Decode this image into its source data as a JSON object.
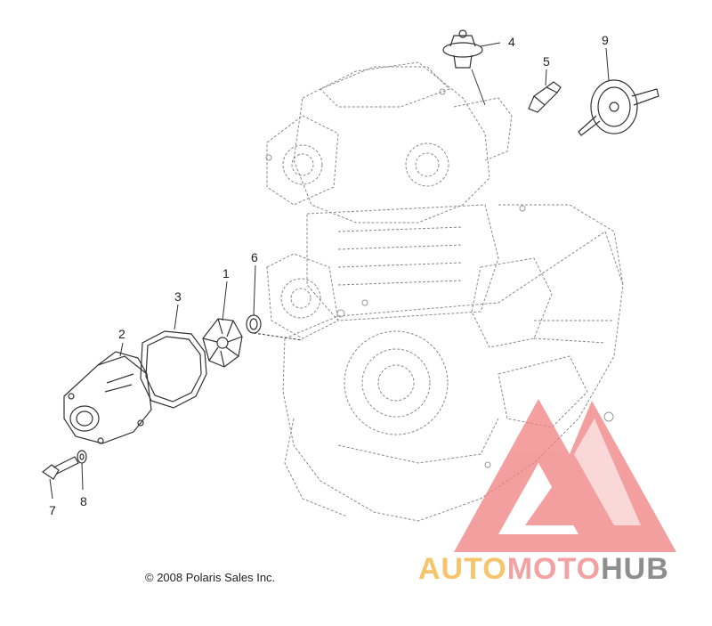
{
  "callouts": [
    {
      "id": "1",
      "label": "1"
    },
    {
      "id": "2",
      "label": "2"
    },
    {
      "id": "3",
      "label": "3"
    },
    {
      "id": "4",
      "label": "4"
    },
    {
      "id": "5",
      "label": "5"
    },
    {
      "id": "6",
      "label": "6"
    },
    {
      "id": "7",
      "label": "7"
    },
    {
      "id": "8",
      "label": "8"
    },
    {
      "id": "9",
      "label": "9"
    }
  ],
  "copyright": "© 2008 Polaris Sales Inc.",
  "watermark": {
    "part1": "AUTO",
    "part2": "MOTO",
    "part3": "HUB",
    "colors": {
      "auto": "#f6c46c",
      "moto": "#f2a2a2",
      "hub": "#8e8e8e",
      "logo": "#f08080"
    }
  }
}
